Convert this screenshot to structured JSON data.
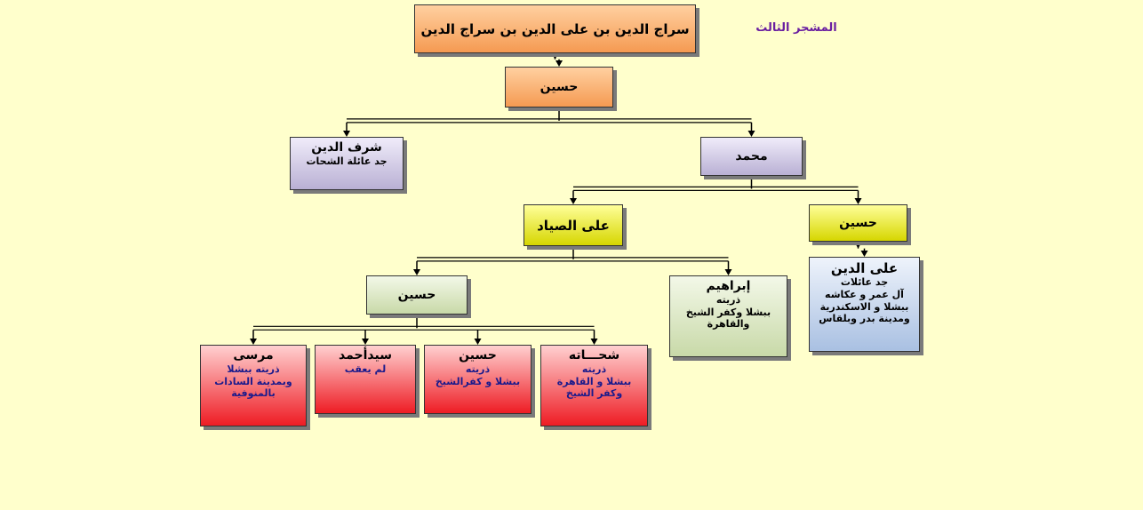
{
  "page_label": "المشجر الثالث",
  "colors": {
    "background": "#ffffcc",
    "label": "#6a1fa0",
    "connector": "#000000",
    "red_text": "#1a1a8c"
  },
  "nodes": [
    {
      "id": "root",
      "name": "سراج الدين بن على الدين بن سراج الدين",
      "lines": [],
      "style": "root"
    },
    {
      "id": "hussein1",
      "name": "حسين",
      "lines": [],
      "style": "orange"
    },
    {
      "id": "sharaf",
      "name": "شرف الدين",
      "lines": [
        "جد عائلة الشحات"
      ],
      "style": "purple"
    },
    {
      "id": "mohamed",
      "name": "محمد",
      "lines": [],
      "style": "purple"
    },
    {
      "id": "aly_sayad",
      "name": "على الصياد",
      "lines": [],
      "style": "yellow"
    },
    {
      "id": "hussein2",
      "name": "حسين",
      "lines": [],
      "style": "yellow"
    },
    {
      "id": "hussein3",
      "name": "حسين",
      "lines": [],
      "style": "green"
    },
    {
      "id": "ibrahim",
      "name": "إبراهيم",
      "lines": [
        "ذريته",
        "ببشلا وكفر الشيخ",
        "والقاهرة"
      ],
      "style": "green"
    },
    {
      "id": "aly_eldin",
      "name": "على الدين",
      "lines": [
        "جد عائلات",
        "آل عمر و عكاشه",
        "ببشلا و الاسكندرية",
        "ومدينة بدر وبلقاس"
      ],
      "style": "blue"
    },
    {
      "id": "morsy",
      "name": "مرسى",
      "lines": [
        "ذريته ببشلا",
        "وبمدينة السادات",
        "بالمنوفية"
      ],
      "style": "red"
    },
    {
      "id": "sayed_ahmed",
      "name": "سيدأحمد",
      "lines": [
        "لم يعقب"
      ],
      "style": "red"
    },
    {
      "id": "hussein4",
      "name": "حسين",
      "lines": [
        "ذريته",
        "ببشلا و كفرالشيخ"
      ],
      "style": "red"
    },
    {
      "id": "shehata",
      "name": "شحـــاته",
      "lines": [
        "ذريته",
        "ببشلا و القاهرة",
        "وكفر الشيخ"
      ],
      "style": "red"
    }
  ],
  "edges": [
    [
      "root",
      "hussein1"
    ],
    [
      "hussein1",
      "sharaf"
    ],
    [
      "hussein1",
      "mohamed"
    ],
    [
      "mohamed",
      "aly_sayad"
    ],
    [
      "mohamed",
      "hussein2"
    ],
    [
      "hussein2",
      "aly_eldin"
    ],
    [
      "aly_sayad",
      "hussein3"
    ],
    [
      "aly_sayad",
      "ibrahim"
    ],
    [
      "hussein3",
      "morsy"
    ],
    [
      "hussein3",
      "sayed_ahmed"
    ],
    [
      "hussein3",
      "hussein4"
    ],
    [
      "hussein3",
      "shehata"
    ]
  ]
}
